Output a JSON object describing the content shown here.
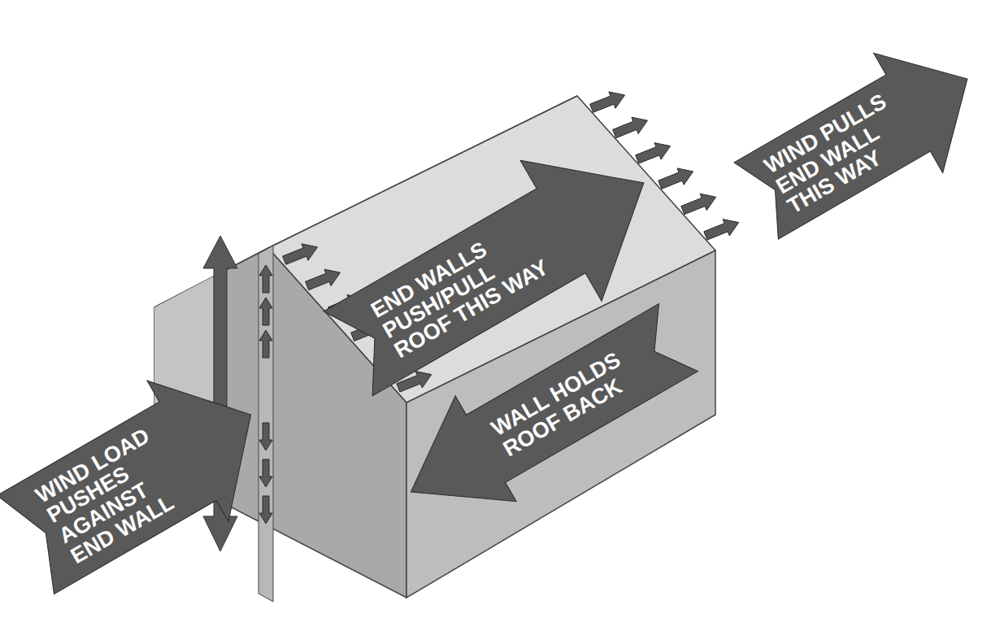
{
  "diagram": {
    "nodes": [
      {
        "text": [
          "WIND LOAD PUSHES AGAINST END WALL"
        ]
      },
      {
        "text": [
          "END WALLS PUSH/PULL ROOF THIS WAY"
        ]
      },
      {
        "text": [
          "WALL HOLDS ROOF BACK"
        ]
      },
      {
        "text": [
          "WIND PULLS END WALL THIS WAY"
        ]
      }
    ]
  }
}
